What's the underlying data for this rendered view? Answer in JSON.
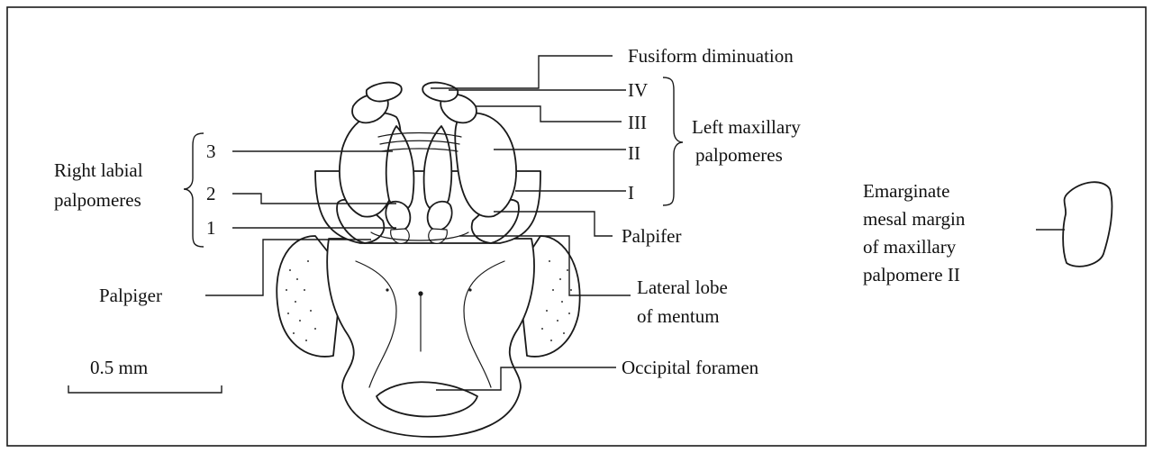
{
  "labels": {
    "fusiform_diminuation": "Fusiform diminuation",
    "palpomere_iv": "IV",
    "palpomere_iii": "III",
    "palpomere_ii": "II",
    "palpomere_i": "I",
    "left_maxillary_line1": "Left maxillary",
    "left_maxillary_line2": "palpomeres",
    "right_labial_line1": "Right labial",
    "right_labial_line2": "palpomeres",
    "labial_3": "3",
    "labial_2": "2",
    "labial_1": "1",
    "palpifer": "Palpifer",
    "palpiger": "Palpiger",
    "lateral_lobe_line1": "Lateral lobe",
    "lateral_lobe_line2": "of mentum",
    "occipital_foramen": "Occipital foramen",
    "emarginate_line1": "Emarginate",
    "emarginate_line2": "mesal margin",
    "emarginate_line3": "of maxillary",
    "emarginate_line4": "palpomere II",
    "scale_bar": "0.5 mm"
  }
}
